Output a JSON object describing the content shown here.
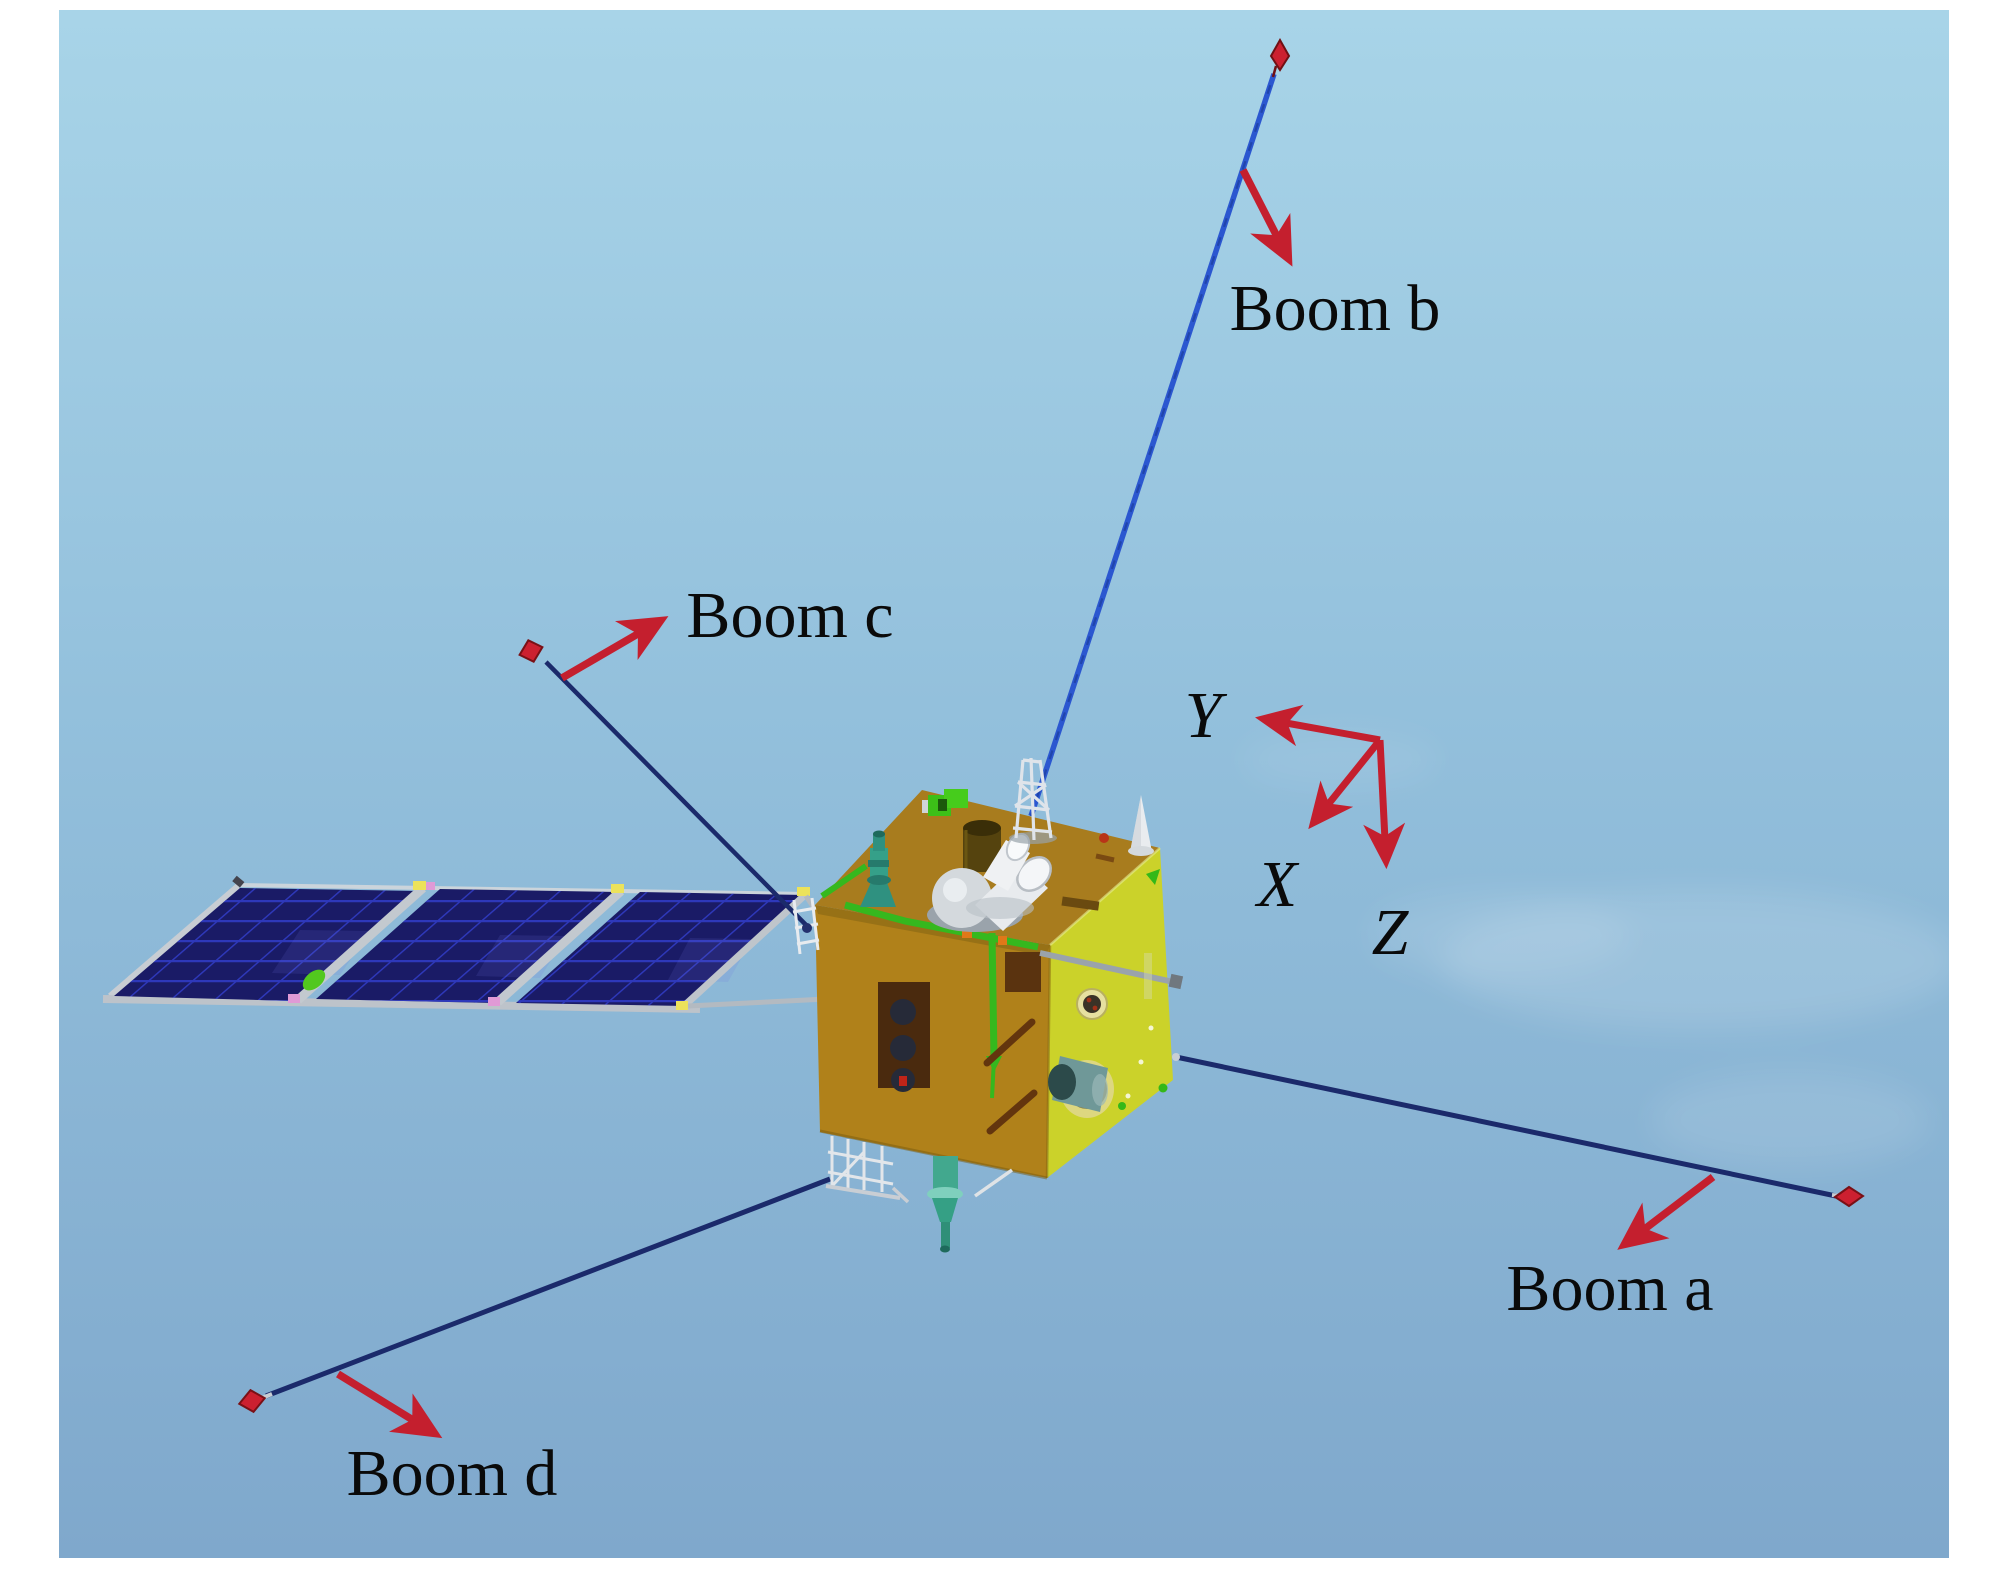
{
  "scene": {
    "booms": [
      {
        "id": "a",
        "label": "Boom a"
      },
      {
        "id": "b",
        "label": "Boom b"
      },
      {
        "id": "c",
        "label": "Boom c"
      },
      {
        "id": "d",
        "label": "Boom d"
      }
    ],
    "axes": [
      {
        "id": "y",
        "label": "Y"
      },
      {
        "id": "x",
        "label": "X"
      },
      {
        "id": "z",
        "label": "Z"
      }
    ],
    "colors": {
      "sky_top": "#a8d4e8",
      "sky_mid": "#93c0dc",
      "sky_bottom": "#7fa8cc",
      "annotation_red": "#c41f2e",
      "marker_red": "#cc2030",
      "boom_dark": "#1b2a6b",
      "boom_bright": "#2b57d0",
      "body_top": "#a87c1e",
      "body_front": "#b0811a",
      "body_side": "#cbd22a",
      "solar_panel": "#1a1b66",
      "solar_grid": "#3340d0",
      "frame_gray": "#c3c9cf",
      "pipe_green": "#35b81e",
      "label_black": "#0a0a0a"
    }
  }
}
